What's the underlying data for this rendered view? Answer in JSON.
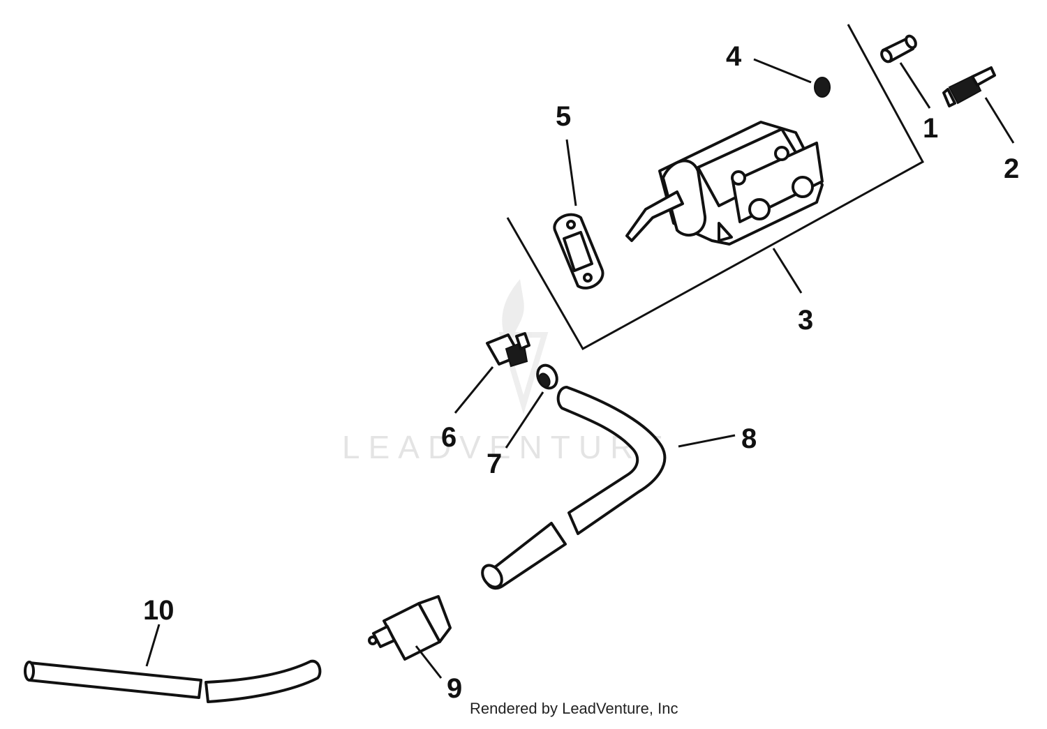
{
  "colors": {
    "ink": "#111111",
    "background": "#ffffff",
    "watermark": "#e4e4e4"
  },
  "watermark": {
    "text": "LEADVENTURE"
  },
  "credit": "Rendered by LeadVenture, Inc",
  "callouts": [
    {
      "id": "1",
      "label": "1"
    },
    {
      "id": "2",
      "label": "2"
    },
    {
      "id": "3",
      "label": "3"
    },
    {
      "id": "4",
      "label": "4"
    },
    {
      "id": "5",
      "label": "5"
    },
    {
      "id": "6",
      "label": "6"
    },
    {
      "id": "7",
      "label": "7"
    },
    {
      "id": "8",
      "label": "8"
    },
    {
      "id": "9",
      "label": "9"
    },
    {
      "id": "10",
      "label": "10"
    }
  ]
}
